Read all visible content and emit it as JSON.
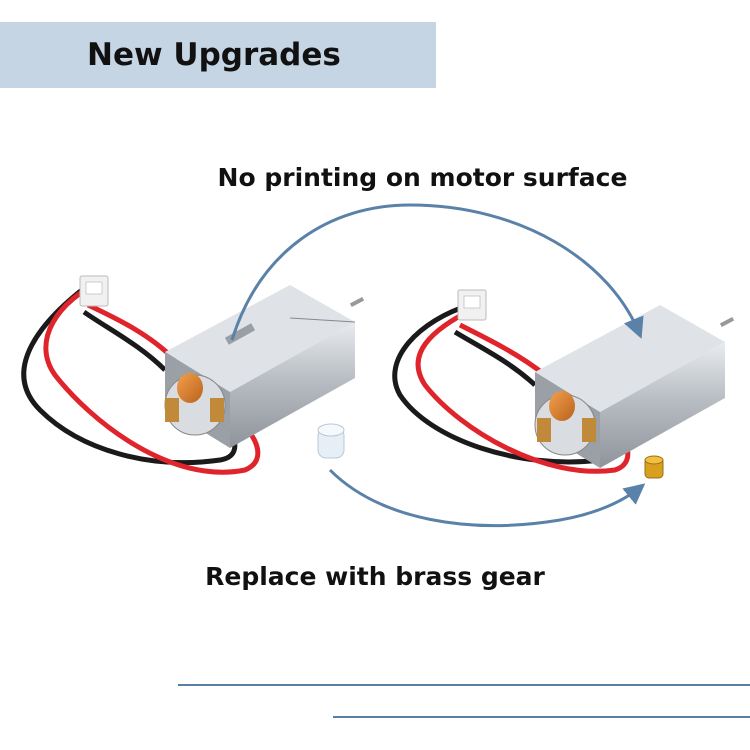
{
  "banner": {
    "title": "New Upgrades",
    "color": "#c5d5e3"
  },
  "annotations": {
    "top_caption": "No printing on motor surface",
    "bottom_caption": "Replace with brass gear",
    "arrow_color": "#5a82a8"
  },
  "colors": {
    "background": "#ffffff",
    "rule_line": "#5a7fa3",
    "wire_red": "#e0242c",
    "wire_black": "#1a1a1a",
    "motor_body": "#c3c7cc",
    "brass_gear": "#d9a020"
  },
  "images": [
    {
      "name": "old-motor-with-plastic-gear",
      "description_icon": "motor-icon"
    },
    {
      "name": "new-motor-with-brass-gear",
      "description_icon": "motor-icon"
    }
  ]
}
